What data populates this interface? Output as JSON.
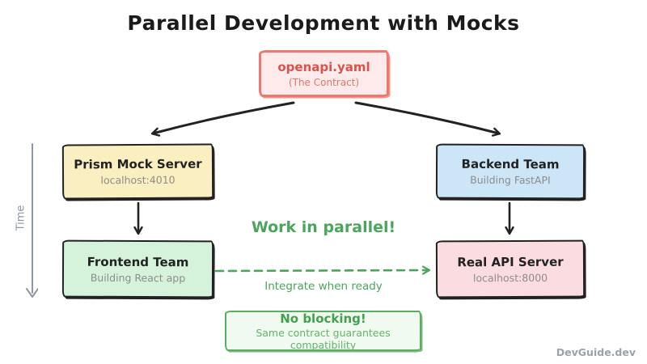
{
  "title": "Parallel Development with Mocks",
  "watermark": "DevGuide.dev",
  "time_axis": {
    "label": "Time"
  },
  "nodes": {
    "contract": {
      "title": "openapi.yaml",
      "subtitle": "(The Contract)"
    },
    "mock_server": {
      "title": "Prism Mock Server",
      "subtitle": "localhost:4010"
    },
    "backend_team": {
      "title": "Backend Team",
      "subtitle": "Building FastAPI"
    },
    "frontend_team": {
      "title": "Frontend Team",
      "subtitle": "Building React app"
    },
    "real_api": {
      "title": "Real API Server",
      "subtitle": "localhost:8000"
    },
    "no_blocking": {
      "title": "No blocking!",
      "subtitle": "Same contract guarantees compatibility"
    }
  },
  "annotations": {
    "work_in_parallel": "Work in parallel!",
    "integrate_when_ready": "Integrate when ready"
  },
  "colors": {
    "contract_border": "#f0776b",
    "contract_bg": "#fdeaea",
    "contract_text": "#d9534b",
    "mock_bg": "#faefc1",
    "backend_bg": "#cde6f7",
    "frontend_bg": "#d5f3da",
    "real_api_bg": "#fbdce0",
    "box_border": "#222222",
    "subtitle_gray": "#8c8c8c",
    "green_accent": "#4aa65a",
    "no_blocking_border": "#5aad60",
    "no_blocking_bg": "#f1faf1",
    "time_gray": "#8f97a1"
  }
}
